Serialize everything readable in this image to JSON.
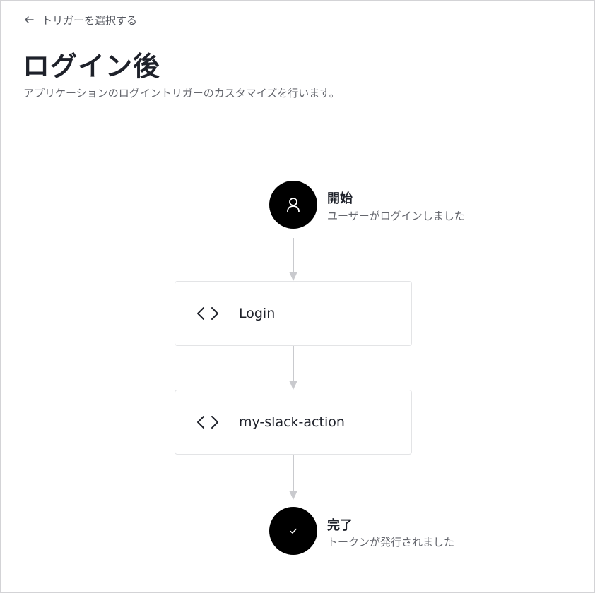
{
  "back": {
    "label": "トリガーを選択する",
    "icon": "arrow-left-icon"
  },
  "page": {
    "title": "ログイン後",
    "subtitle": "アプリケーションのログイントリガーのカスタマイズを行います。"
  },
  "flow": {
    "start": {
      "title": "開始",
      "description": "ユーザーがログインしました",
      "icon": "user-icon"
    },
    "actions": [
      {
        "label": "Login",
        "icon": "code-icon"
      },
      {
        "label": "my-slack-action",
        "icon": "code-icon"
      }
    ],
    "end": {
      "title": "完了",
      "description": "トークンが発行されました",
      "icon": "check-icon"
    }
  },
  "colors": {
    "node": "#000000",
    "connector": "#c9cace",
    "card_border": "#e3e4e6",
    "text": "#1e212a",
    "muted": "#65676e"
  }
}
